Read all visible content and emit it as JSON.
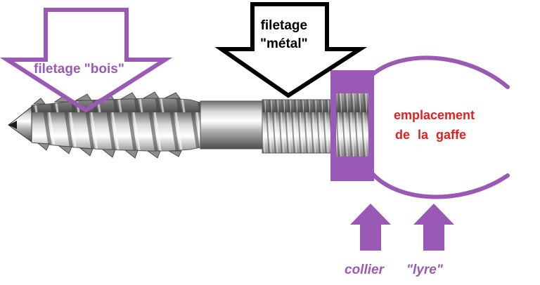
{
  "labels": {
    "wood_thread": "filetage \"bois\"",
    "metal_thread_line1": "filetage",
    "metal_thread_line2": "\"métal\"",
    "gaff_line1": "emplacement",
    "gaff_line2": "de la gaffe",
    "collar": "collier",
    "lyre": "\"lyre\""
  },
  "colors": {
    "purple": "#9b59b6",
    "red_text": "#e02020",
    "black": "#000000",
    "metal_light": "#e8e8e8",
    "metal_dark": "#6e6e6e"
  },
  "icons": {
    "wood_arrow": "down-arrow-outline",
    "metal_arrow": "down-arrow-outline",
    "collar_arrow": "up-arrow",
    "lyre_arrow": "up-arrow"
  }
}
